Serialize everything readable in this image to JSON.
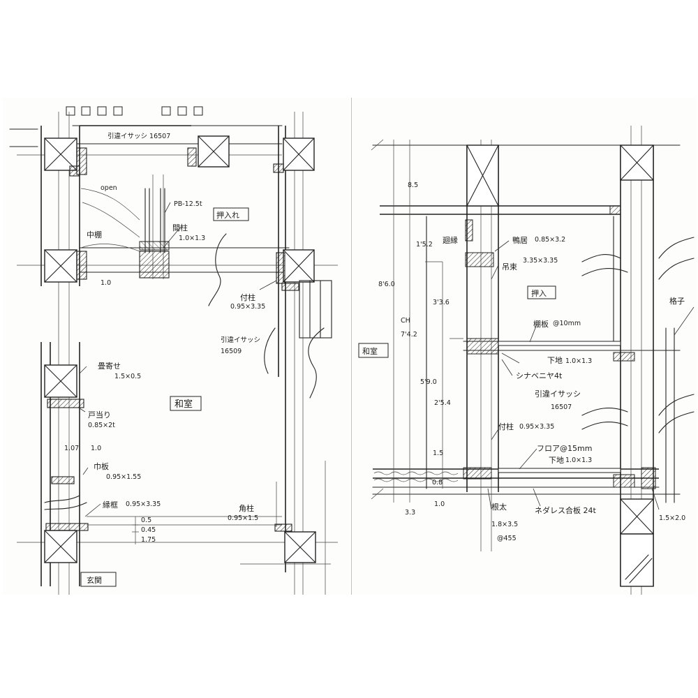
{
  "plan": {
    "labels": {
      "sash_top": "引違イサッシ 16507",
      "open": "open",
      "pb": "PB-12.5t",
      "oshiire": "押入れ",
      "nakadana": "中棚",
      "mabashira": "間柱",
      "mabashira_size": "1.0×1.3",
      "dim_10": "1.0",
      "tsukebashira": "付柱",
      "tsukebashira_size": "0.95×3.35",
      "sash_right": "引違イサッシ",
      "sash_right_num": "16509",
      "tatamiyose": "畳寄せ",
      "tatamiyose_size": "1.5×0.5",
      "washitsu": "和室",
      "toatari": "戸当り",
      "toatari_size": "0.85×2t",
      "d_107": "1.07",
      "d_10b": "1.0",
      "haba": "巾板",
      "haba_size": "0.95×1.55",
      "enkou": "縁框",
      "enkou_size": "0.95×3.35",
      "d_05": "0.5",
      "d_045": "0.45",
      "d_175": "1.75",
      "kakubashira": "角柱",
      "kakubashira_size": "0.95×1.5",
      "genkan": "玄関"
    }
  },
  "section": {
    "labels": {
      "d_85": "8.5",
      "d_152": "1'5.2",
      "mawaribuchi": "廻縁",
      "kamoi": "鴨居",
      "kamoi_size": "0.85×3.2",
      "tsurizuka": "吊束",
      "tsurizuka_size": "3.35×3.35",
      "d_860": "8'6.0",
      "d_36": "3'3.6",
      "oshiire": "押入",
      "washitsu": "和室",
      "ch": "CH",
      "ch_val": "7'4.2",
      "tanaita": "棚板",
      "tanaita_pitch": "@10mm",
      "d_590": "5'9.0",
      "shitaji": "下地",
      "shitaji_size": "1.0×1.3",
      "shinabe": "シナベニヤ4t",
      "sash": "引違イサッシ",
      "sash_num": "16507",
      "d_254": "2'5.4",
      "tsukebashira": "付柱",
      "tsukebashira_size": "0.95×3.35",
      "koshi": "格子",
      "floor": "フロア@15mm",
      "floor_shitaji": "下地",
      "floor_shitaji_size": "1.0×1.3",
      "d_15": "1.5",
      "d_08": "0.8",
      "d_33": "3.3",
      "d_10": "1.0",
      "neda": "根太",
      "neda_size": "1.8×3.5",
      "neda_pitch": "@455",
      "plywood": "ネダレス合板 24t",
      "d_1520": "1.5×2.0"
    }
  },
  "colors": {
    "ink": "#222222",
    "paper": "#fdfdfb",
    "divider": "#d8c27a"
  }
}
